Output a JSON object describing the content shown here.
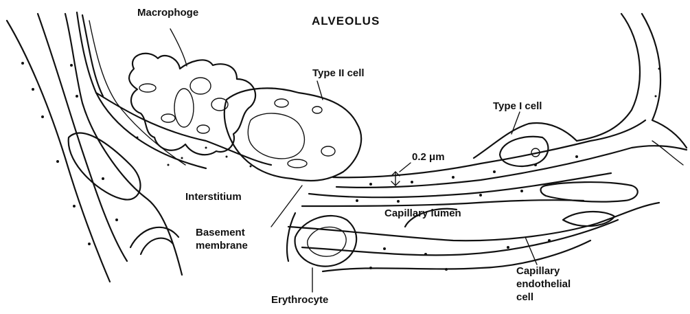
{
  "labels": {
    "alveolus": "ALVEOLUS",
    "macrophage": "Macrophoge",
    "type2": "Type II cell",
    "type1": "Type I cell",
    "thickness": "0.2 μm",
    "interstitium": "Interstitium",
    "capillary_lumen": "Capillary lumen",
    "basement_line1": "Basement",
    "basement_line2": "membrane",
    "erythrocyte": "Erythrocyte",
    "endo_line1": "Capillary",
    "endo_line2": "endothelial",
    "endo_line3": "cell"
  }
}
